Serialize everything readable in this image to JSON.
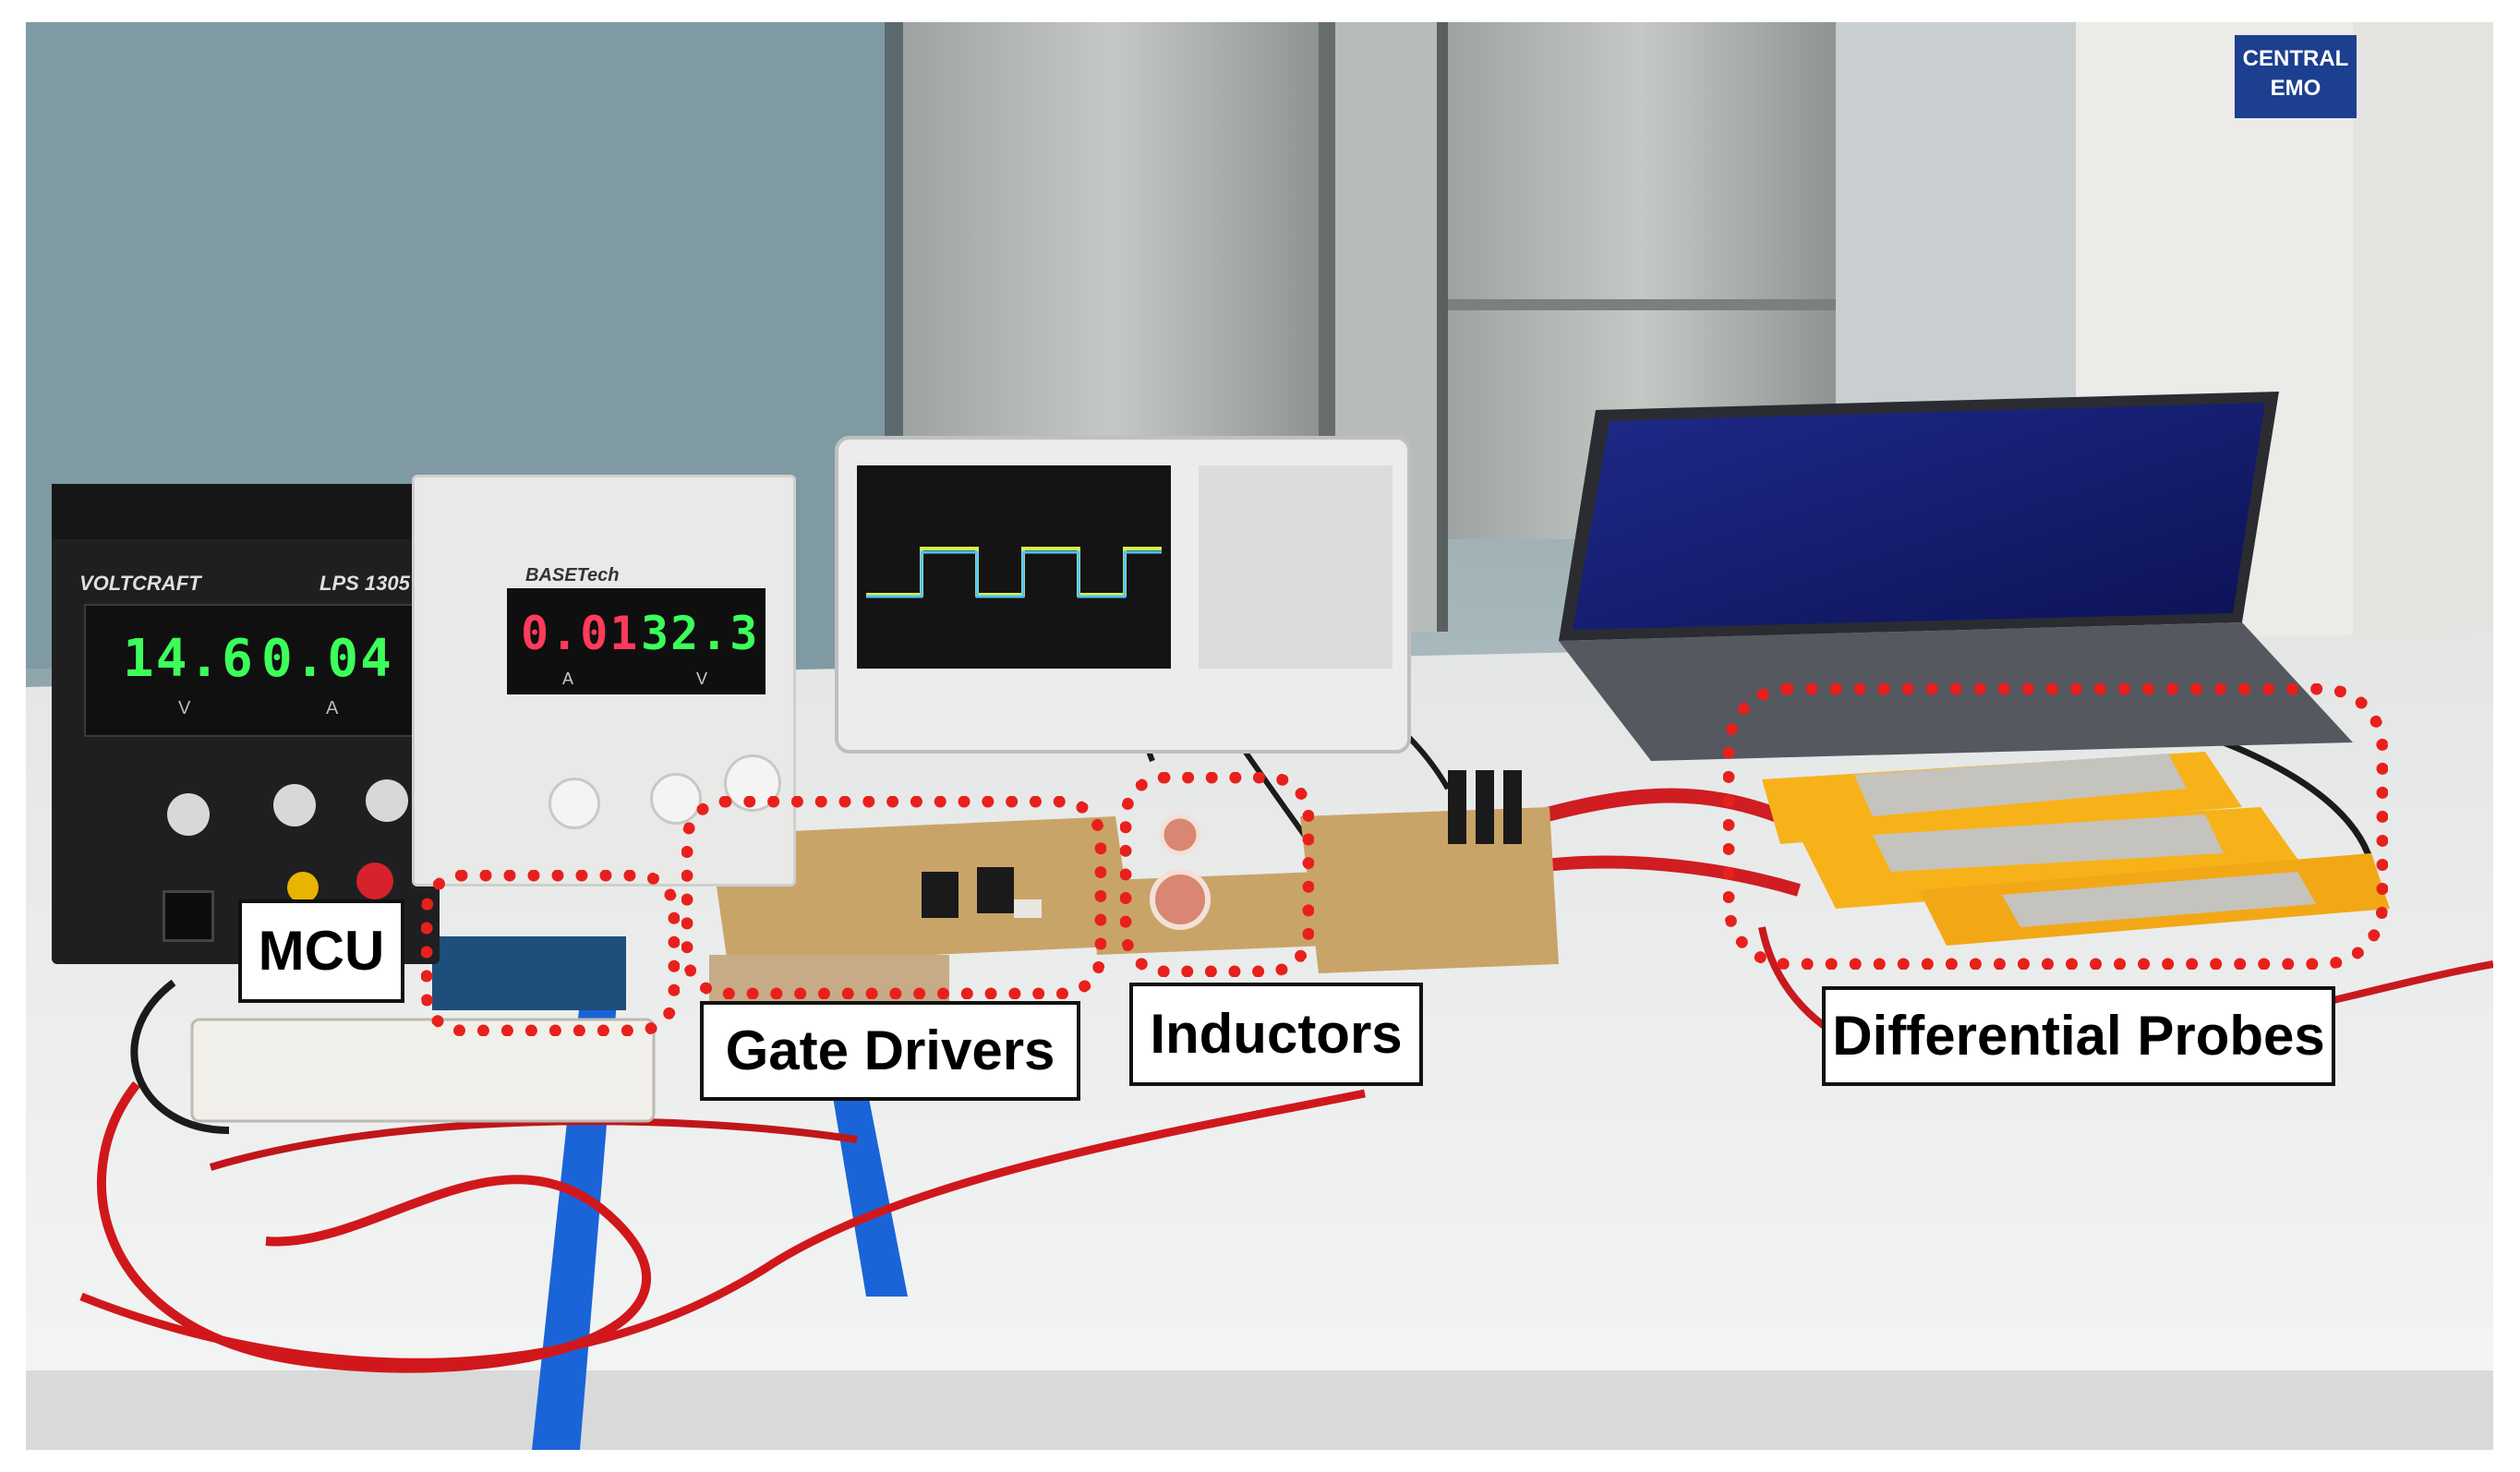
{
  "labels": {
    "mcu": "MCU",
    "gate_drivers": "Gate Drivers",
    "inductors": "Inductors",
    "differential_probes": "Differential Probes"
  },
  "wall_sign": {
    "line1": "CENTRAL",
    "line2": "EMO"
  },
  "supply_left": {
    "brand": "VOLTCRAFT",
    "model": "LPS 1305",
    "voltage": "14.6",
    "current": "0.04",
    "unit_v": "V",
    "unit_a": "A"
  },
  "supply_right": {
    "brand": "BASETech",
    "current": "0.01",
    "voltage": "32.3",
    "unit_a": "A",
    "unit_v": "V"
  },
  "colors": {
    "highlight_dots": "#e8201c",
    "lcd_green": "#3cff5a",
    "lcd_red": "#ff3a5a",
    "tape_blue": "#1a64d8",
    "probe_yellow": "#f7b21a",
    "cable_red": "#d0181c"
  }
}
